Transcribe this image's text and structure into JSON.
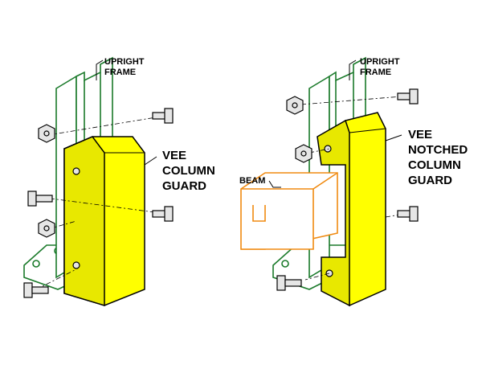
{
  "left_assembly": {
    "frame_label": [
      "UPRIGHT",
      "FRAME"
    ],
    "guard_label": [
      "VEE",
      "COLUMN",
      "GUARD"
    ]
  },
  "right_assembly": {
    "frame_label": [
      "UPRIGHT",
      "FRAME"
    ],
    "guard_label": [
      "VEE",
      "NOTCHED",
      "COLUMN",
      "GUARD"
    ],
    "beam_label": "BEAM"
  },
  "colors": {
    "guard": "#ffff00",
    "frame": "#1a7a2a",
    "beam": "#f08a10"
  }
}
